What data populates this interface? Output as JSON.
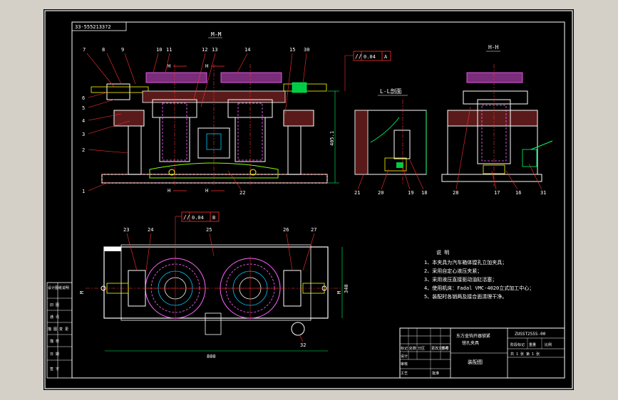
{
  "drawing": {
    "code_box": "33-5552133?2",
    "views": {
      "main_section": "M-M",
      "right_section": "H-H",
      "aux_section": "L-L剖面"
    },
    "marks": {
      "H_left_top": "H",
      "H_right_top": "H",
      "H_left_bottom": "H",
      "H_right_bottom": "H",
      "M_left": "M",
      "M_right": "M"
    },
    "tolerances": {
      "parallel_a": "0.04",
      "datum_a": "A",
      "parallel_b": "0.04",
      "datum_b": "B"
    },
    "dimensions": {
      "height": "405.1",
      "plan_height": "340",
      "plan_width": "800"
    },
    "balloons": {
      "top_row": [
        "7",
        "8",
        "9",
        "10",
        "11",
        "12",
        "13",
        "14",
        "15",
        "30"
      ],
      "left_col": [
        "6",
        "5",
        "4",
        "3",
        "2",
        "1"
      ],
      "mid_bottom": "22",
      "aux_bottom": [
        "21",
        "20",
        "19",
        "18"
      ],
      "right_bottom": [
        "28",
        "17",
        "16",
        "31"
      ],
      "plan_top": [
        "23",
        "24",
        "25",
        "26",
        "27"
      ],
      "plan_bottom": "32"
    },
    "notes": {
      "title": "说  明",
      "items": [
        "1、本夹具为汽车箱体镗孔立加夹具；",
        "2、采用自定心液压夹紧；",
        "3、采用液压直接驱动油缸活塞；",
        "4、使用机床：Fadal VMC-4020立式加工中心；",
        "5、装配时各销两及接合面清理干净。"
      ]
    },
    "side_table": [
      "设计图纸说明",
      "旧 图",
      "通 讯",
      "描 图 变 更",
      "描 校",
      "日 期",
      "签 字"
    ],
    "title_block": {
      "name_line1": "东方壶钩开器锁紧",
      "name_line2": "镗孔夹具",
      "drawing_no": "ZUSST2555-00",
      "drawing_type": "装配图",
      "cols": [
        "标记",
        "处数",
        "分区",
        "更改文件号",
        "签名",
        "年月日"
      ],
      "rows": [
        "设计",
        "审核",
        "工艺",
        "批准"
      ],
      "scale_labels": [
        "阶段标记",
        "重量",
        "比例"
      ],
      "sheet": "共 1 张  第 1 张"
    }
  }
}
